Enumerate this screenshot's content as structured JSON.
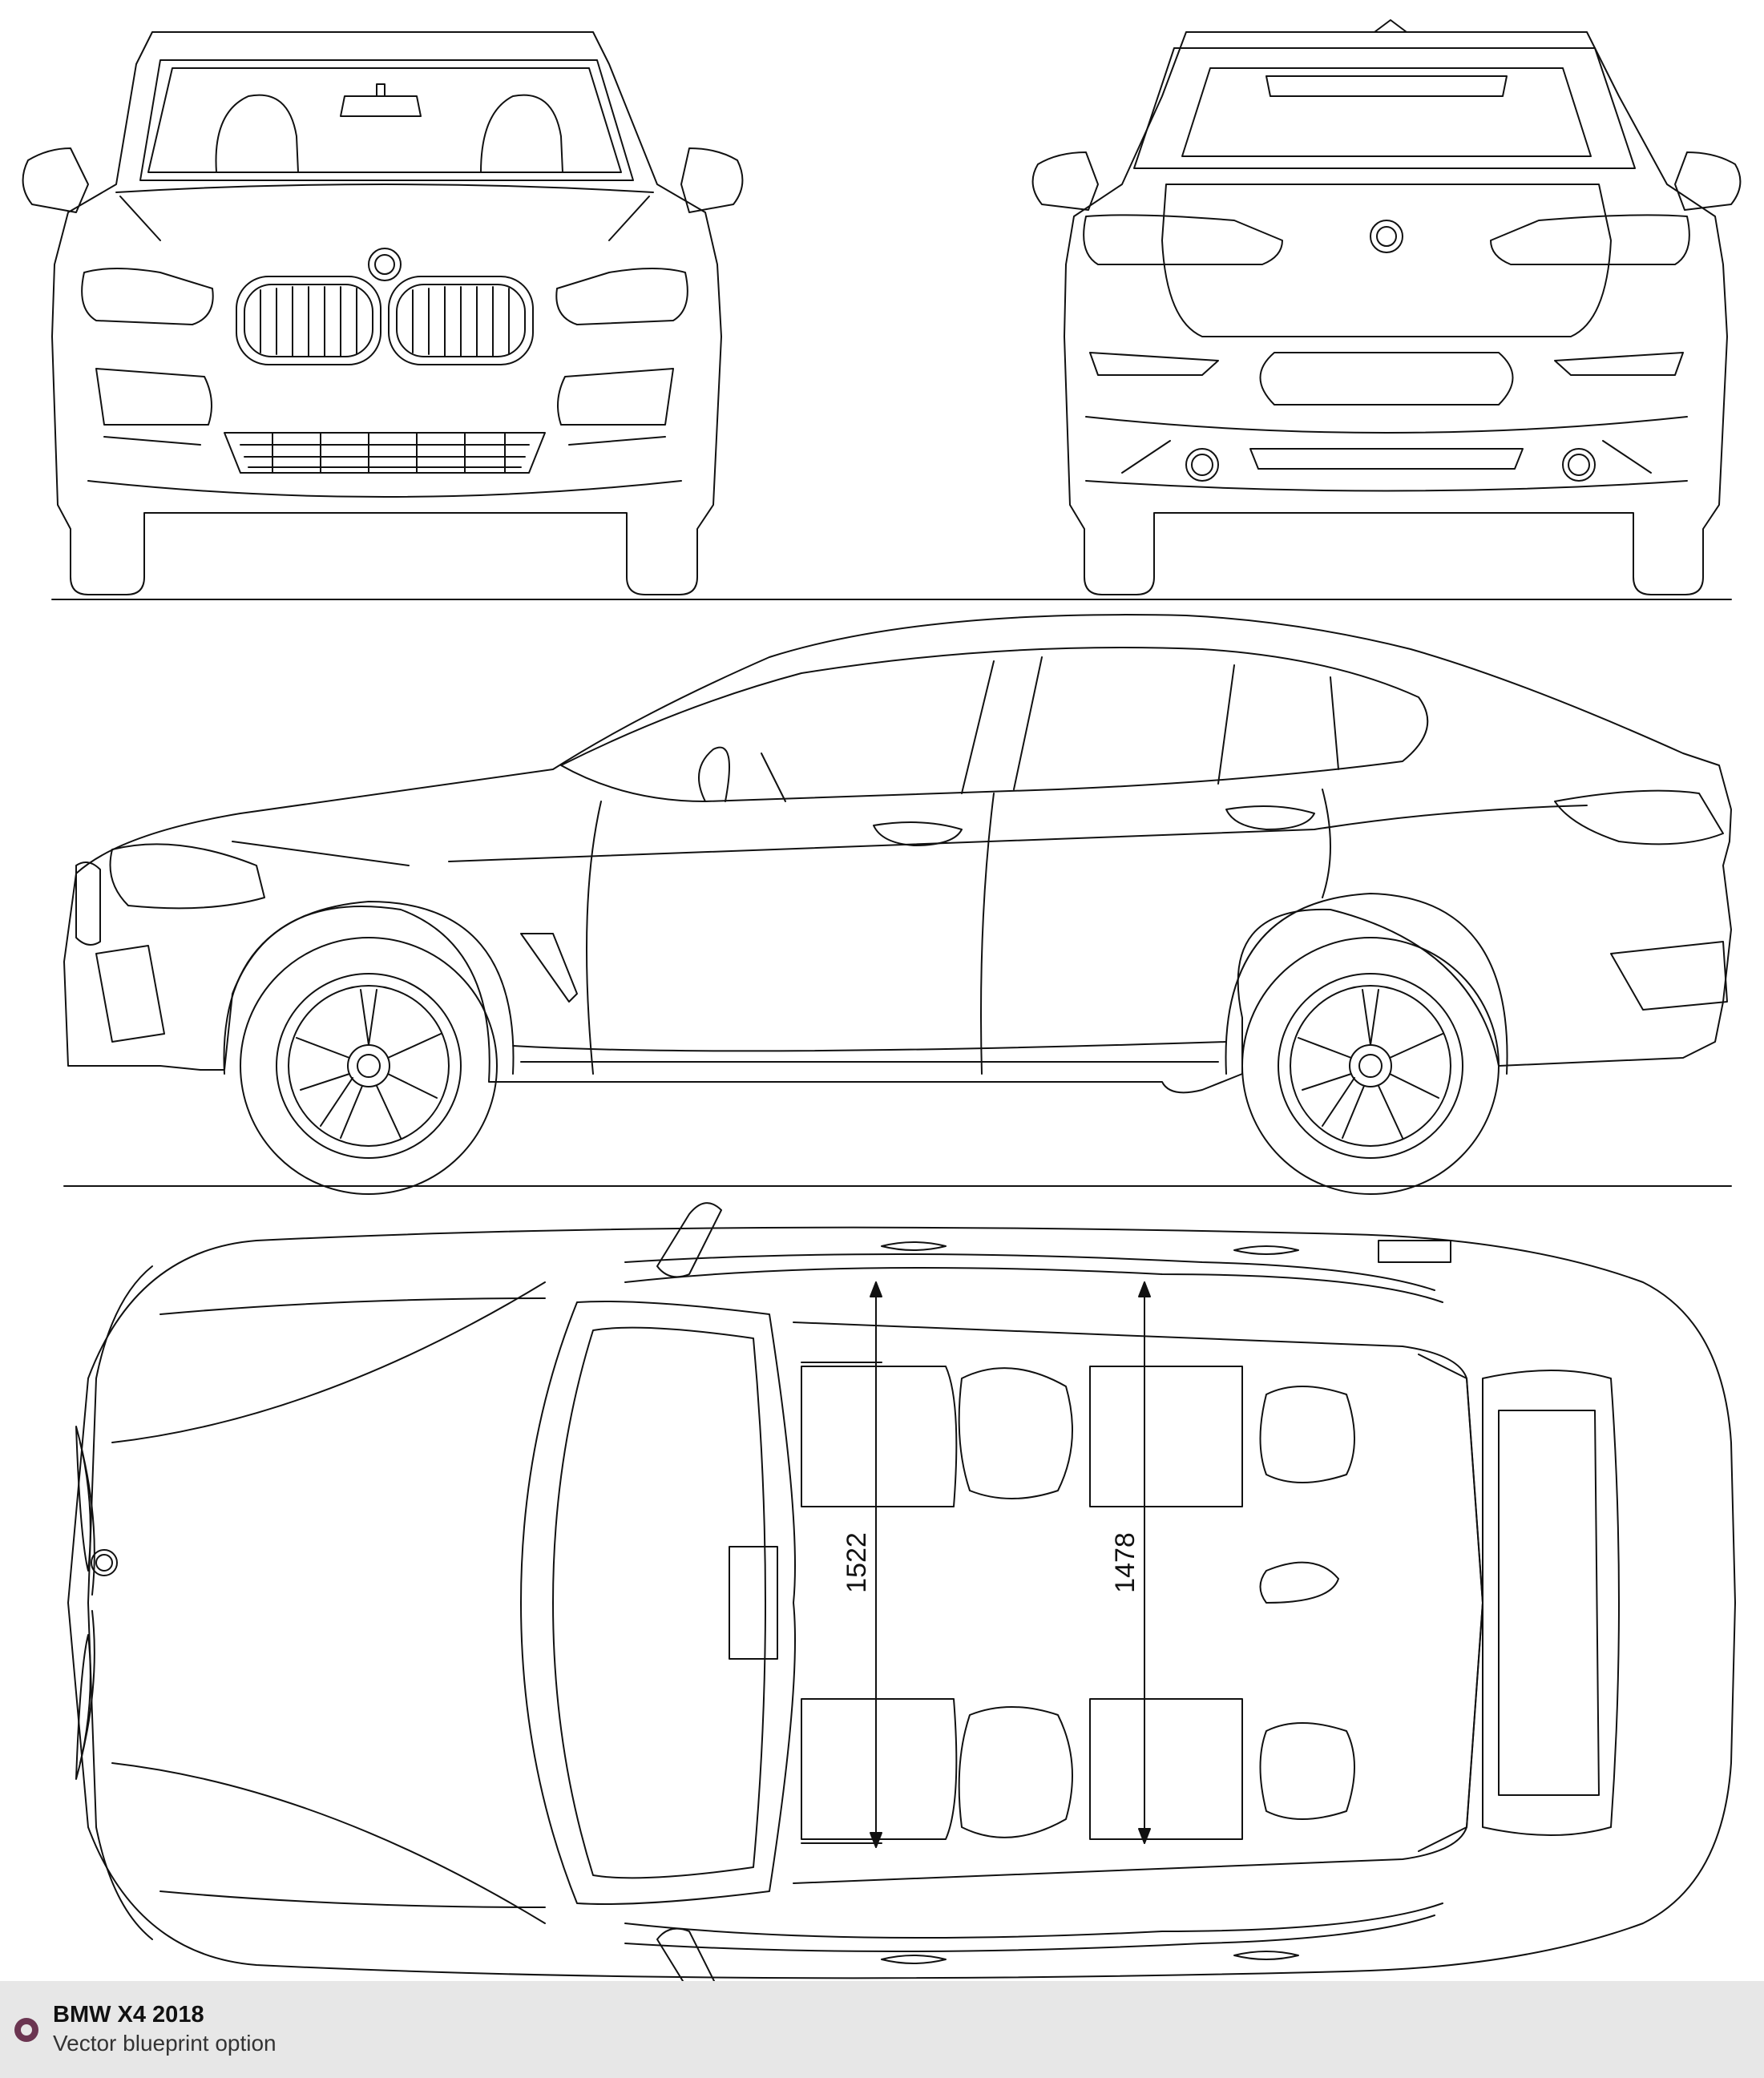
{
  "dimensions": {
    "front_track": "1522",
    "rear_track": "1478"
  },
  "footer": {
    "title": "BMW X4 2018",
    "subtitle": "Vector blueprint option"
  },
  "colors": {
    "line": "#111111",
    "footer_bg": "#e7e7e7",
    "logo": "#6b3551"
  },
  "icons": {
    "footer_logo": "ring-icon"
  }
}
